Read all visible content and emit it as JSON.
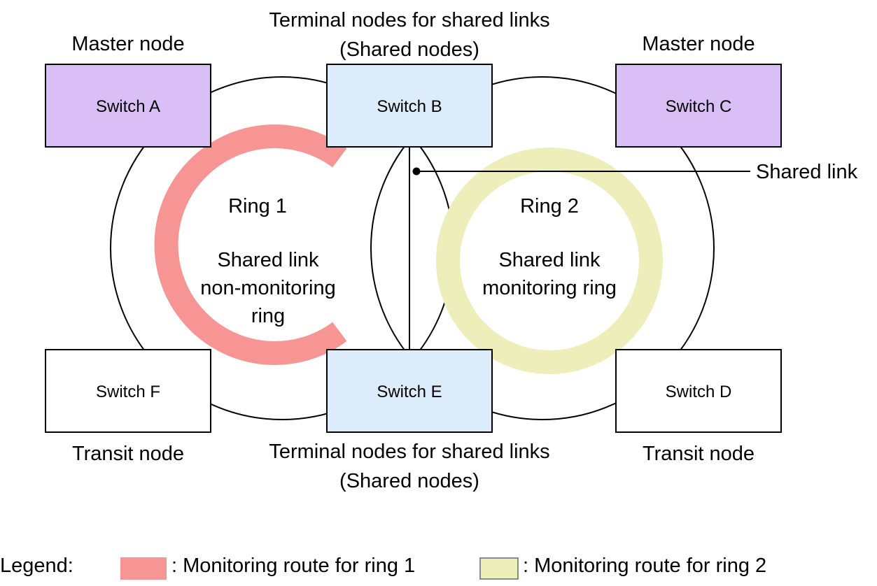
{
  "roles": {
    "master_left": "Master node",
    "master_right": "Master node",
    "shared_top_line1": "Terminal nodes for shared links",
    "shared_top_line2": "(Shared nodes)",
    "shared_bottom_line1": "Terminal nodes for shared links",
    "shared_bottom_line2": "(Shared nodes)",
    "transit_left": "Transit node",
    "transit_right": "Transit node"
  },
  "switches": {
    "a": "Switch A",
    "b": "Switch B",
    "c": "Switch C",
    "d": "Switch D",
    "e": "Switch E",
    "f": "Switch F"
  },
  "shared_link_label": "Shared link",
  "rings": {
    "ring1": {
      "name": "Ring 1",
      "desc_line1": "Shared link",
      "desc_line2": "non-monitoring",
      "desc_line3": "ring"
    },
    "ring2": {
      "name": "Ring 2",
      "desc_line1": "Shared link",
      "desc_line2": "monitoring ring"
    }
  },
  "legend": {
    "title": "Legend:",
    "item1": ": Monitoring route for ring 1",
    "item2": ": Monitoring route for ring 2"
  },
  "colors": {
    "master_fill": "#d9bff5",
    "shared_fill": "#dcecfb",
    "transit_fill": "#ffffff",
    "ring1_route": "#f79494",
    "ring2_route": "#eeeebb"
  }
}
